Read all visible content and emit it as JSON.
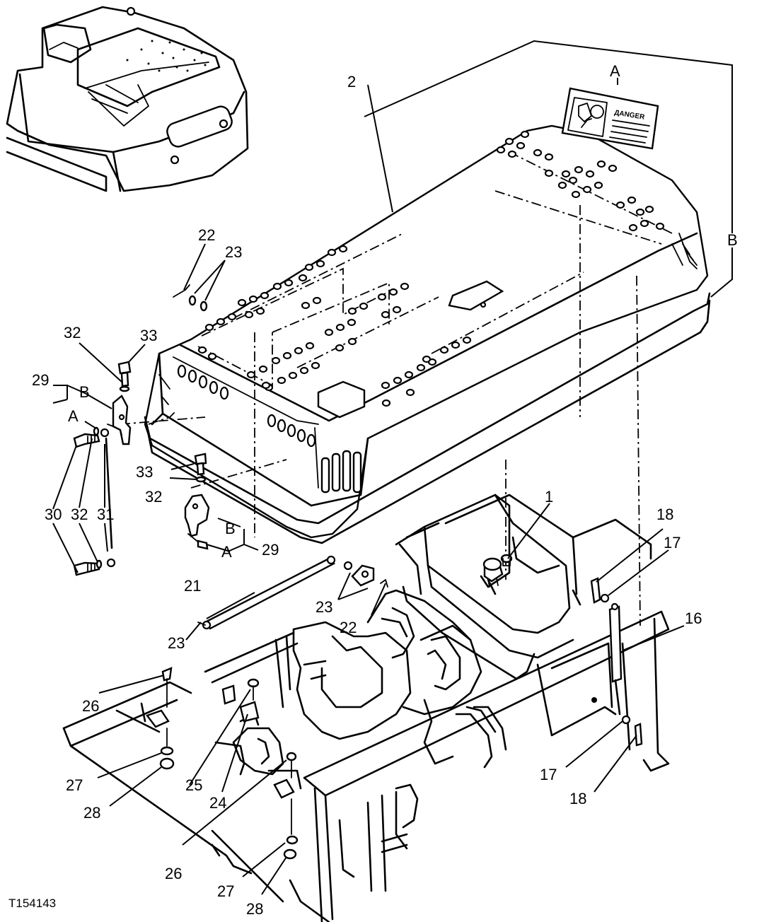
{
  "figure_id": "T154143",
  "decal_text": "ДANGER",
  "callouts": {
    "c1": "1",
    "c2": "2",
    "c16": "16",
    "c17a": "17",
    "c17b": "17",
    "c18a": "18",
    "c18b": "18",
    "c21": "21",
    "c22a": "22",
    "c22b": "22",
    "c23a": "23",
    "c23b": "23",
    "c23c": "23",
    "c24": "24",
    "c25": "25",
    "c26a": "26",
    "c26b": "26",
    "c27a": "27",
    "c27b": "27",
    "c28a": "28",
    "c28b": "28",
    "c29a": "29",
    "c29b": "29",
    "c30": "30",
    "c31": "31",
    "c32a": "32",
    "c32b": "32",
    "c32c": "32",
    "c33a": "33",
    "c33b": "33",
    "cA1": "A",
    "cA2": "A",
    "cA3": "A",
    "cB1": "B",
    "cB2": "B",
    "cB3": "B"
  }
}
